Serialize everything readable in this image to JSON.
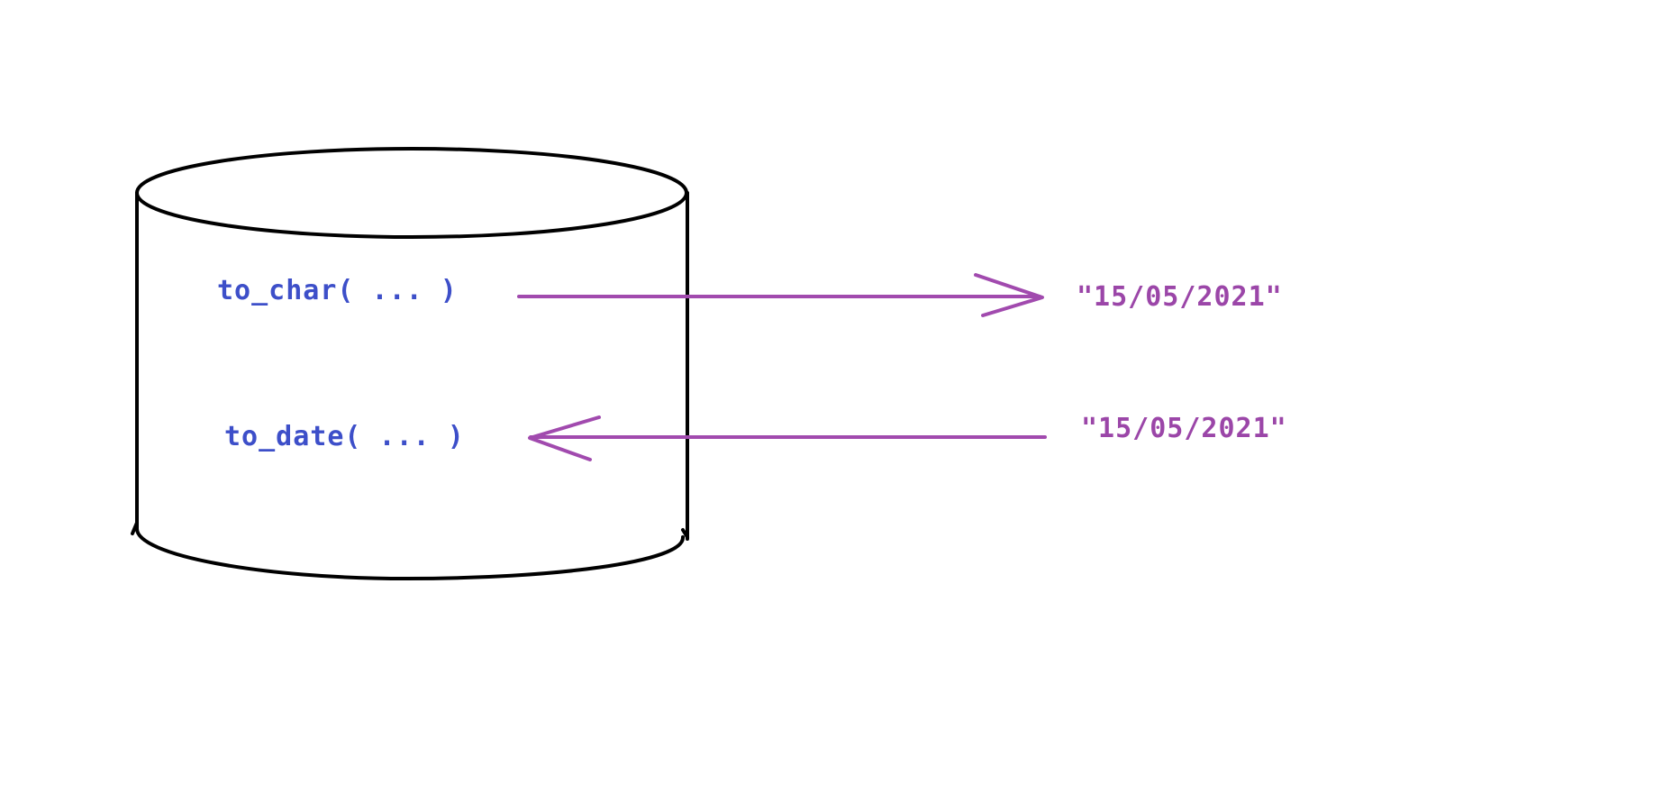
{
  "functions": {
    "to_char": "to_char( ... )",
    "to_date": "to_date( ... )"
  },
  "values": {
    "output_date": "\"15/05/2021\"",
    "input_date": "\"15/05/2021\""
  },
  "colors": {
    "function_text": "#3d4fc9",
    "date_text": "#9b46a8",
    "arrow": "#a14aae",
    "cylinder": "#000000"
  }
}
